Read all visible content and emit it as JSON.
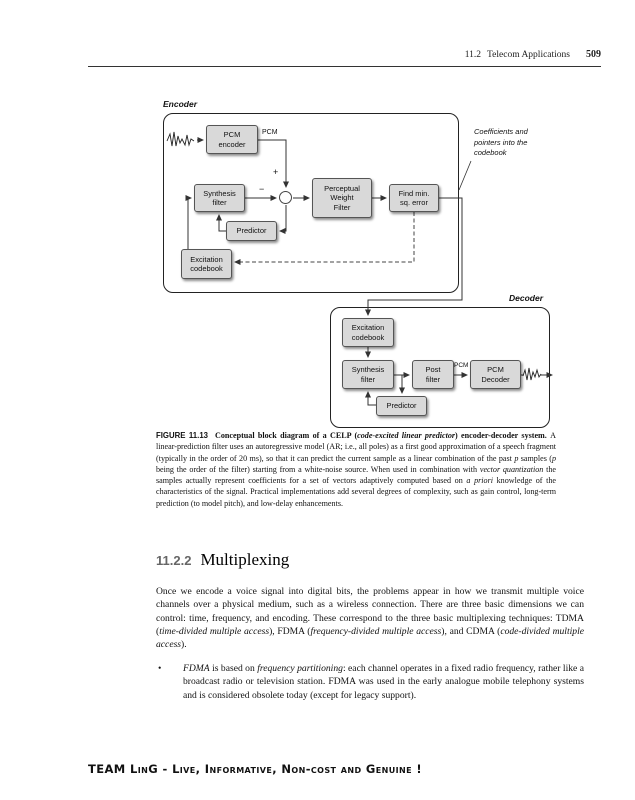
{
  "header": {
    "section": "11.2",
    "title": "Telecom Applications",
    "page_number": "509"
  },
  "colors": {
    "box_fill": "#d9d9d9",
    "box_border": "#555555",
    "line": "#333333"
  },
  "diagram": {
    "encoder": {
      "label": "Encoder",
      "boxes": {
        "pcm_encoder": "PCM\nencoder",
        "synthesis_filter": "Synthesis\nfilter",
        "predictor": "Predictor",
        "excitation_codebook": "Excitation\ncodebook",
        "perceptual_weight_filter": "Perceptual\nWeight\nFilter",
        "find_min_sq_error": "Find min.\nsq. error"
      },
      "pcm_label": "PCM",
      "plus_sign": "+",
      "minus_sign": "−"
    },
    "decoder": {
      "label": "Decoder",
      "boxes": {
        "excitation_codebook": "Excitation\ncodebook",
        "synthesis_filter": "Synthesis\nfilter",
        "predictor": "Predictor",
        "post_filter": "Post\nfilter",
        "pcm_decoder": "PCM\nDecoder"
      },
      "pcm_label": "PCM"
    },
    "annotation": "Coefficients and\npointers into the\ncodebook"
  },
  "caption": {
    "label": "FIGURE 11.13",
    "title_pre": "Conceptual block diagram of a CELP (",
    "title_italic": "code-excited linear predictor",
    "title_post": ") encoder-decoder system. ",
    "b1": "A linear-prediction filter uses an autoregressive model (AR; i.e., all poles) as a first good approximation of a speech fragment (typically in the order of 20 ms), so that it can predict the current sample as a linear combination of the past ",
    "i1": "p",
    "b2": " samples (",
    "i2": "p",
    "b3": " being the order of the filter) starting from a white-noise source. When used in combination with ",
    "i3": "vector quantization",
    "b4": " the samples actually represent coefficients for a set of vectors adaptively computed based on ",
    "i4": "a priori",
    "b5": " knowledge of the characteristics of the signal. Practical implementations add several degrees of complexity, such as gain control, long-term prediction (to model pitch), and low-delay enhancements."
  },
  "section": {
    "number": "11.2.2",
    "title": "Multiplexing",
    "paragraph": {
      "b1": "Once we encode a voice signal into digital bits, the problems appear in how we transmit multiple voice channels over a physical medium, such as a wireless connection. There are three basic dimensions we can control: time, frequency, and encoding. These correspond to the three basic multiplexing techniques: TDMA (",
      "i1": "time-divided multiple access",
      "b2": "), FDMA (",
      "i2": "frequency-divided multiple access",
      "b3": "), and CDMA (",
      "i3": "code-divided multiple access",
      "b4": ")."
    },
    "bullet": {
      "marker": "•",
      "i1": "FDMA",
      "b1": " is based on ",
      "i2": "frequency partitioning",
      "b2": ": each channel operates in a fixed radio frequency, rather like a broadcast radio or television station. FDMA was used in the early analogue mobile telephony systems and is considered obsolete today (except for legacy support)."
    }
  },
  "footer": "TEAM LinG - Live, Informative, Non-cost and Genuine !"
}
